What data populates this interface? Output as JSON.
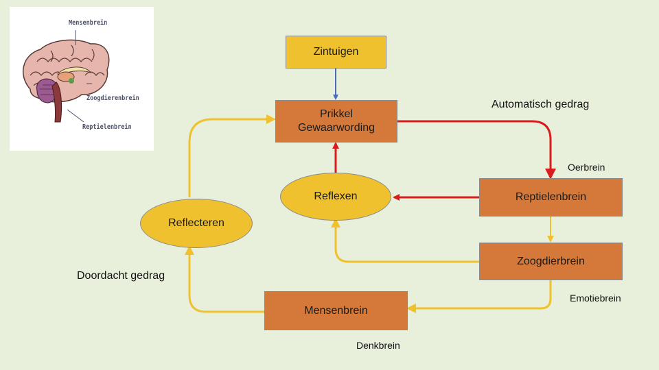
{
  "thumbnail": {
    "labels": {
      "human": "Mensenbrein",
      "mammal": "Zoogdierenbrein",
      "reptile": "Reptielenbrein"
    }
  },
  "nodes": {
    "zintuigen": "Zintuigen",
    "prikkel_line1": "Prikkel",
    "prikkel_line2": "Gewaarwording",
    "reflexen": "Reflexen",
    "reflecteren": "Reflecteren",
    "reptielenbrein": "Reptielenbrein",
    "zoogdierbrein": "Zoogdierbrein",
    "mensenbrein": "Mensenbrein"
  },
  "annotations": {
    "automatisch": "Automatisch gedrag",
    "oerbrein": "Oerbrein",
    "emotiebrein": "Emotiebrein",
    "doordacht": "Doordacht gedrag",
    "denkbrein": "Denkbrein"
  },
  "colors": {
    "background": "#e8f0dc",
    "orange_box": "#d4793a",
    "yellow_box": "#f0c12e",
    "red_arrow": "#d91c1c",
    "yellow_arrow": "#f0c12e",
    "blue_arrow": "#4a6cb8"
  }
}
